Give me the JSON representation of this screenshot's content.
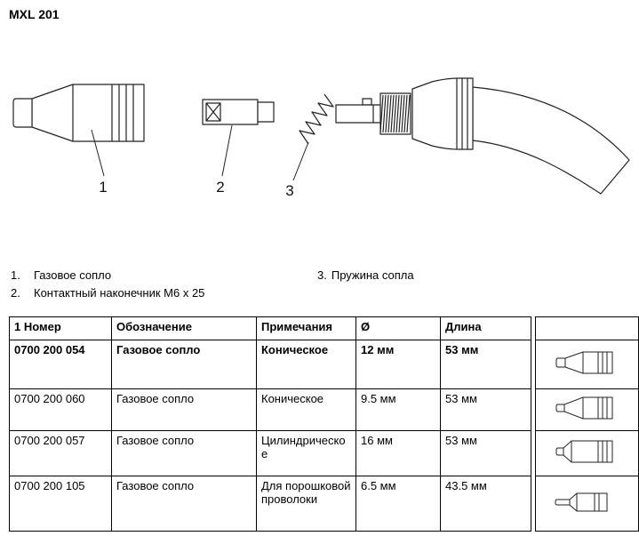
{
  "page": {
    "title": "MXL 201"
  },
  "colors": {
    "line": "#222222",
    "border": "#000000",
    "text": "#000000"
  },
  "diagram": {
    "callouts": [
      "1",
      "2",
      "3"
    ]
  },
  "legend": {
    "items": [
      {
        "num": "1.",
        "label": "Газовое сопло"
      },
      {
        "num": "2.",
        "label": "Контактный наконечник М6 х 25"
      },
      {
        "num": "3.",
        "label": "Пружина сопла"
      }
    ]
  },
  "table": {
    "headers": {
      "number": "1 Номер",
      "designation": "Обозначение",
      "notes": "Примечания",
      "diameter": "Ø",
      "length": "Длина"
    },
    "rows": [
      {
        "number": "0700 200 054",
        "designation": "Газовое сопло",
        "notes": "Коническое",
        "diameter": "12 мм",
        "length": "53 мм",
        "icon": "gas-nozzle-conical-icon"
      },
      {
        "number": "0700 200 060",
        "designation": "Газовое сопло",
        "notes": "Коническое",
        "diameter": "9.5 мм",
        "length": "53 мм",
        "icon": "gas-nozzle-conical-icon"
      },
      {
        "number": "0700 200 057",
        "designation": "Газовое сопло",
        "notes": "Цилиндрическое",
        "diameter": "16 мм",
        "length": "53 мм",
        "icon": "gas-nozzle-cylindrical-icon"
      },
      {
        "number": "0700 200 105",
        "designation": "Газовое сопло",
        "notes": "Для порошковой проволоки",
        "diameter": "6.5 мм",
        "length": "43.5 мм",
        "icon": "gas-nozzle-cored-wire-icon"
      }
    ]
  }
}
